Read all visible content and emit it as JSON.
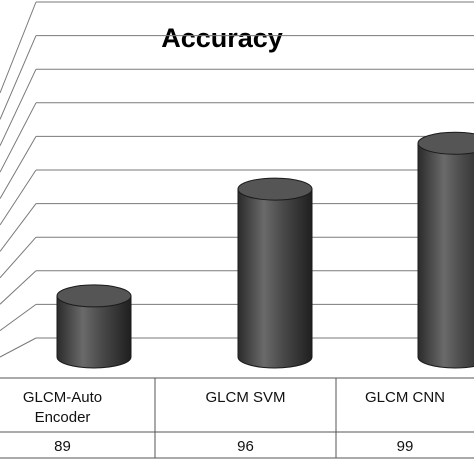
{
  "chart_data": {
    "type": "bar",
    "title": "Accuracy",
    "categories": [
      "GLCM-Auto Encoder",
      "GLCM SVM",
      "GLCM CNN"
    ],
    "category_lines": [
      [
        "GLCM-Auto",
        "Encoder"
      ],
      [
        "GLCM SVM"
      ],
      [
        "GLCM CNN"
      ]
    ],
    "values": [
      89,
      96,
      99
    ],
    "value_labels": [
      "89",
      "96",
      "99"
    ],
    "ylim": [
      85,
      100
    ],
    "grid": true,
    "bar_style": "3d-cylinder",
    "bar_color": "#4a4a4a",
    "data_table": true
  }
}
